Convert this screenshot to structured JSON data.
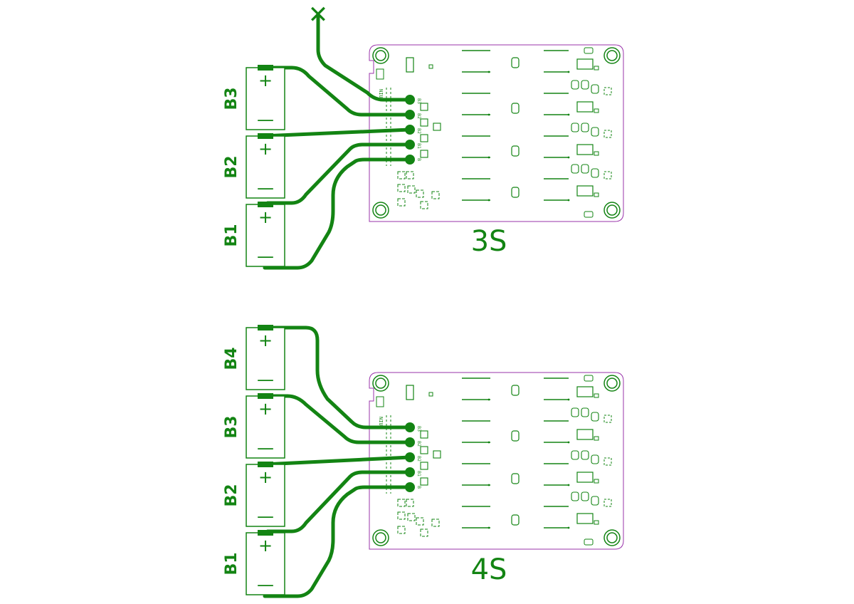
{
  "colors": {
    "trace": "#138413",
    "board_outline": "#9933aa",
    "background": "#ffffff"
  },
  "symbols": {
    "plus": "+",
    "minus": "—",
    "no_connect": "✕"
  },
  "input_label": "NIUN",
  "pad_labels": [
    "B3",
    "B2",
    "B2",
    "B1",
    "B"
  ],
  "diagrams": [
    {
      "id": "3s",
      "config_label": "3S",
      "cells": [
        "B3",
        "B2",
        "B1"
      ]
    },
    {
      "id": "4s",
      "config_label": "4S",
      "cells": [
        "B4",
        "B3",
        "B2",
        "B1"
      ]
    }
  ]
}
